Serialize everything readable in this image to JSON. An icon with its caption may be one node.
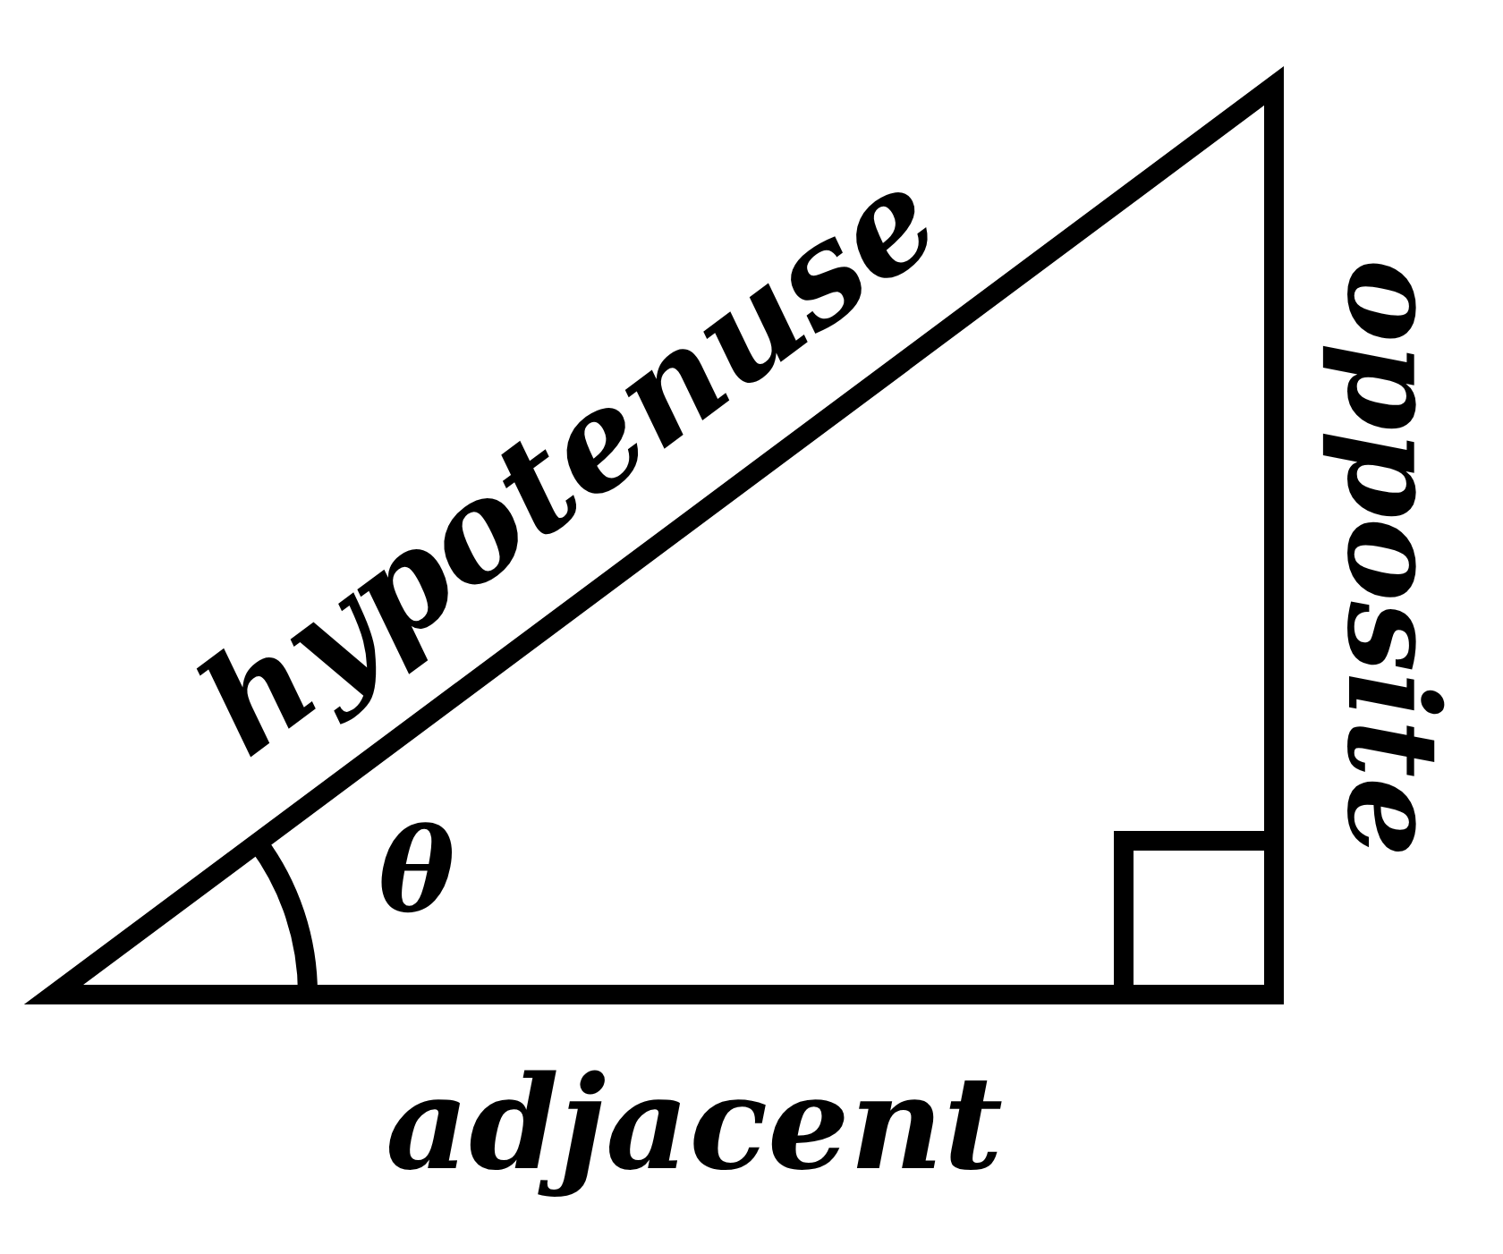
{
  "diagram": {
    "labels": [
      "hypotenuse",
      "opposite",
      "θ",
      "adjacent"
    ]
  }
}
